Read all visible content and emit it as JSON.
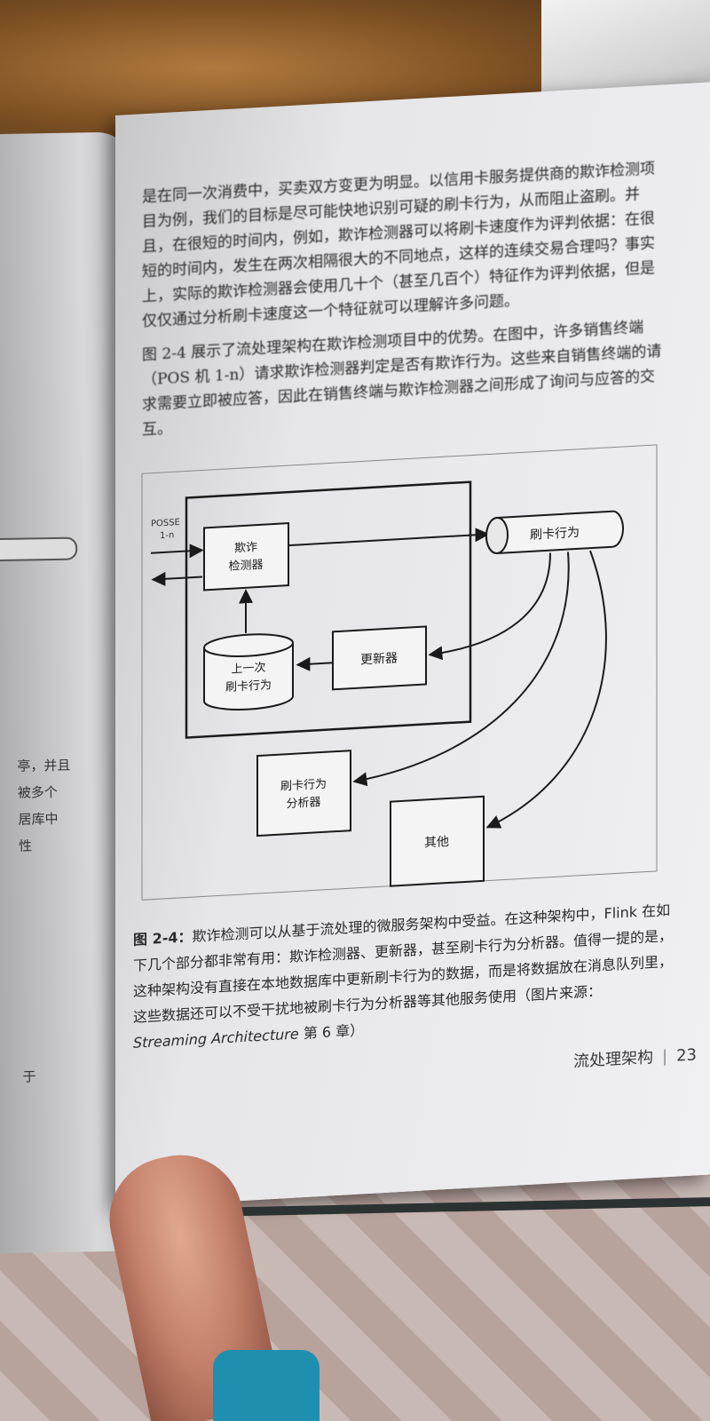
{
  "left_page": {
    "fragments": [
      {
        "text": "亭，并且"
      },
      {
        "text": "被多个"
      },
      {
        "text": "居库中"
      },
      {
        "text": "性"
      },
      {
        "text": "于"
      }
    ]
  },
  "body_paragraphs": [
    "是在同一次消费中，买卖双方变更为明显。以信用卡服务提供商的欺诈检测项目为例，我们的目标是尽可能快地识别可疑的刷卡行为，从而阻止盗刷。并且，在很短的时间内，例如，欺诈检测器可以将刷卡速度作为评判依据：在很短的时间内，发生在两次相隔很大的不同地点，这样的连续交易合理吗？事实上，实际的欺诈检测器会使用几十个（甚至几百个）特征作为评判依据，但是仅仅通过分析刷卡速度这一个特征就可以理解许多问题。",
    "图 2-4 展示了流处理架构在欺诈检测项目中的优势。在图中，许多销售终端（POS 机 1-n）请求欺诈检测器判定是否有欺诈行为。这些来自销售终端的请求需要立即被应答，因此在销售终端与欺诈检测器之间形成了询问与应答的交互。"
  ],
  "figure": {
    "pos_label_line1": "POSSE",
    "pos_label_line2": "1-n",
    "fraud_detector_line1": "欺诈",
    "fraud_detector_line2": "检测器",
    "swipe_stream": "刷卡行为",
    "last_swipe_line1": "上一次",
    "last_swipe_line2": "刷卡行为",
    "updater": "更新器",
    "analyzer_line1": "刷卡行为",
    "analyzer_line2": "分析器",
    "other": "其他"
  },
  "caption": {
    "label": "图 2-4：",
    "text_before": "欺诈检测可以从基于流处理的微服务架构中受益。在这种架构中，Flink 在如下几个部分都非常有用：欺诈检测器、更新器，甚至刷卡行为分析器。值得一提的是，这种架构没有直接在本地数据库中更新刷卡行为的数据，而是将数据放在消息队列里，这些数据还可以不受干扰地被刷卡行为分析器等其他服务使用（图片来源：",
    "source_title": "Streaming Architecture",
    "text_after": " 第 6 章）"
  },
  "footer": {
    "section": "流处理架构",
    "page_number": "23"
  }
}
